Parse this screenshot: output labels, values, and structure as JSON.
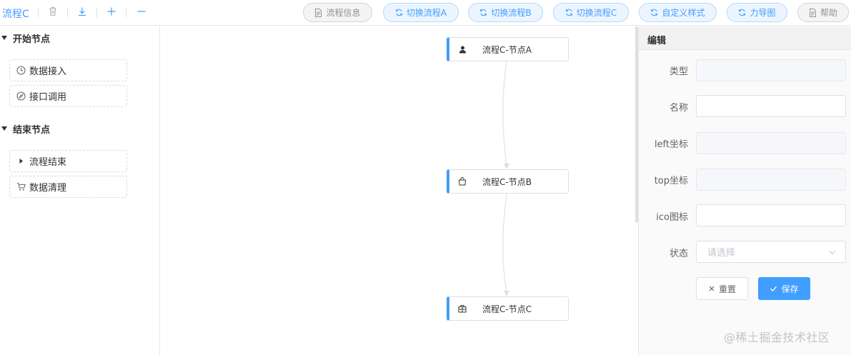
{
  "toolbar": {
    "flow_name": "流程C",
    "icons": [
      "delete-icon",
      "download-icon",
      "zoom-in-icon",
      "zoom-out-icon"
    ],
    "buttons": [
      {
        "label": "流程信息",
        "icon": "document-icon",
        "style": "gray"
      },
      {
        "label": "切换流程A",
        "icon": "refresh-icon",
        "style": "blue"
      },
      {
        "label": "切换流程B",
        "icon": "refresh-icon",
        "style": "blue"
      },
      {
        "label": "切换流程C",
        "icon": "refresh-icon",
        "style": "blue"
      },
      {
        "label": "自定义样式",
        "icon": "refresh-icon",
        "style": "blue"
      },
      {
        "label": "力导图",
        "icon": "refresh-icon",
        "style": "blue"
      },
      {
        "label": "帮助",
        "icon": "document-icon",
        "style": "gray"
      }
    ]
  },
  "palette": {
    "groups": [
      {
        "title": "开始节点",
        "items": [
          {
            "label": "数据接入",
            "icon": "clock-icon"
          },
          {
            "label": "接口调用",
            "icon": "compass-icon"
          }
        ]
      },
      {
        "title": "结束节点",
        "items": [
          {
            "label": "流程结束",
            "icon": "caret-right-icon"
          },
          {
            "label": "数据清理",
            "icon": "cart-icon"
          }
        ]
      }
    ]
  },
  "canvas": {
    "nodes": [
      {
        "label": "流程C-节点A",
        "icon": "user-icon"
      },
      {
        "label": "流程C-节点B",
        "icon": "shopping-bag-icon"
      },
      {
        "label": "流程C-节点C",
        "icon": "suitcase-icon"
      }
    ]
  },
  "editor": {
    "title": "编辑",
    "fields": {
      "type_label": "类型",
      "name_label": "名称",
      "left_label": "left坐标",
      "top_label": "top坐标",
      "ico_label": "ico图标",
      "status_label": "状态",
      "status_placeholder": "请选择"
    },
    "reset_label": "重置",
    "save_label": "保存"
  },
  "watermark": "@稀土掘金技术社区",
  "colors": {
    "accent": "#409eff",
    "border": "#dcdfe6",
    "muted": "#909399"
  }
}
